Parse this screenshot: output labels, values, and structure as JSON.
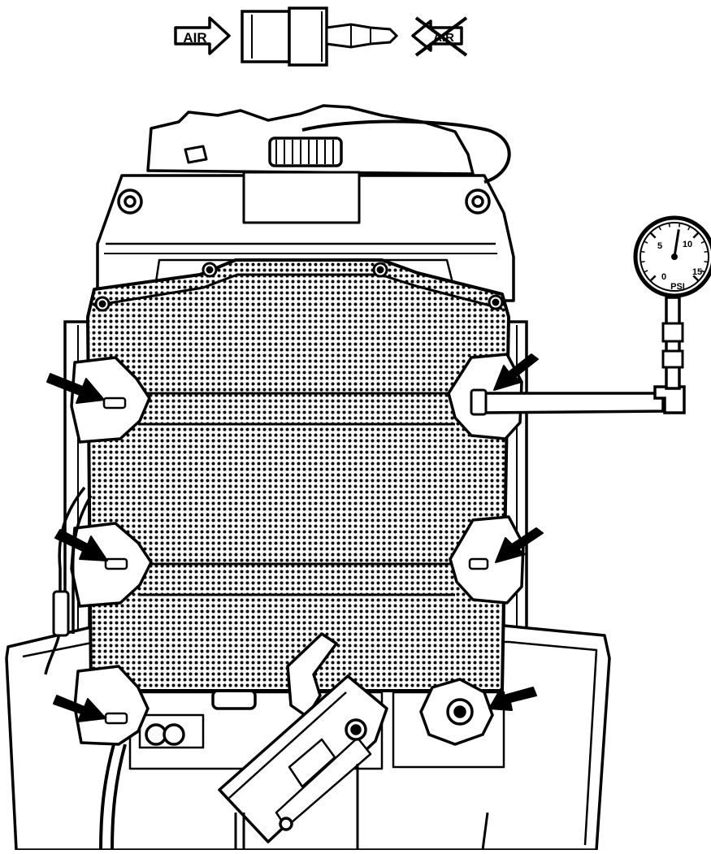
{
  "legend": {
    "air_in_label": "AIR",
    "air_blocked_label": "AIR"
  },
  "gauge": {
    "scale_labels": [
      "0",
      "5",
      "10",
      "15"
    ],
    "unit_label": "PSI",
    "reading_psi": 8
  },
  "colors": {
    "ink": "#000000",
    "paper": "#ffffff"
  },
  "icons": {
    "airflow_arrow": "arrow-right-icon",
    "blocked": "x-cross-icon",
    "pointer": "pointer-arrow-icon"
  }
}
